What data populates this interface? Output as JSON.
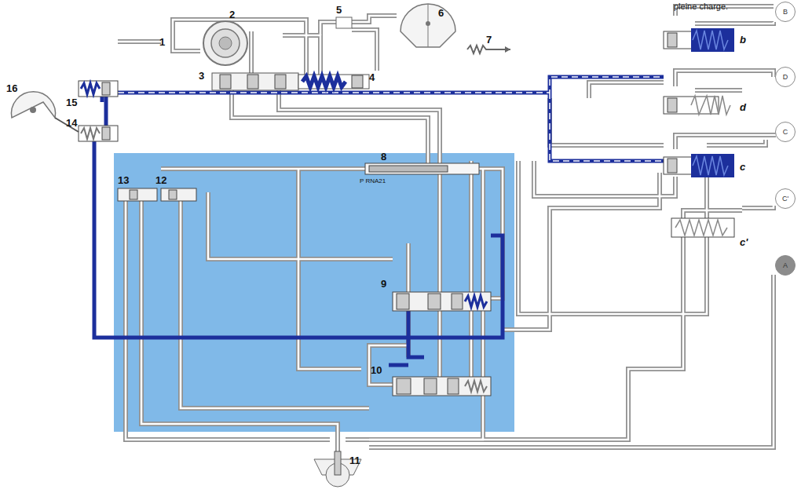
{
  "diagram": {
    "nodes": [
      {
        "text": [
          "B"
        ]
      },
      {
        "text": [
          "D"
        ]
      },
      {
        "text": [
          "C"
        ]
      },
      {
        "text": [
          "C'"
        ]
      },
      {
        "text": [
          "A"
        ]
      }
    ],
    "edges": [],
    "labels": [
      "pleine charge.",
      "1",
      "2",
      "3",
      "4",
      "5",
      "6",
      "7",
      "8",
      "P RNA21",
      "9",
      "10",
      "11",
      "12",
      "13",
      "14",
      "15",
      "16",
      "b",
      "d",
      "c",
      "c'"
    ]
  }
}
